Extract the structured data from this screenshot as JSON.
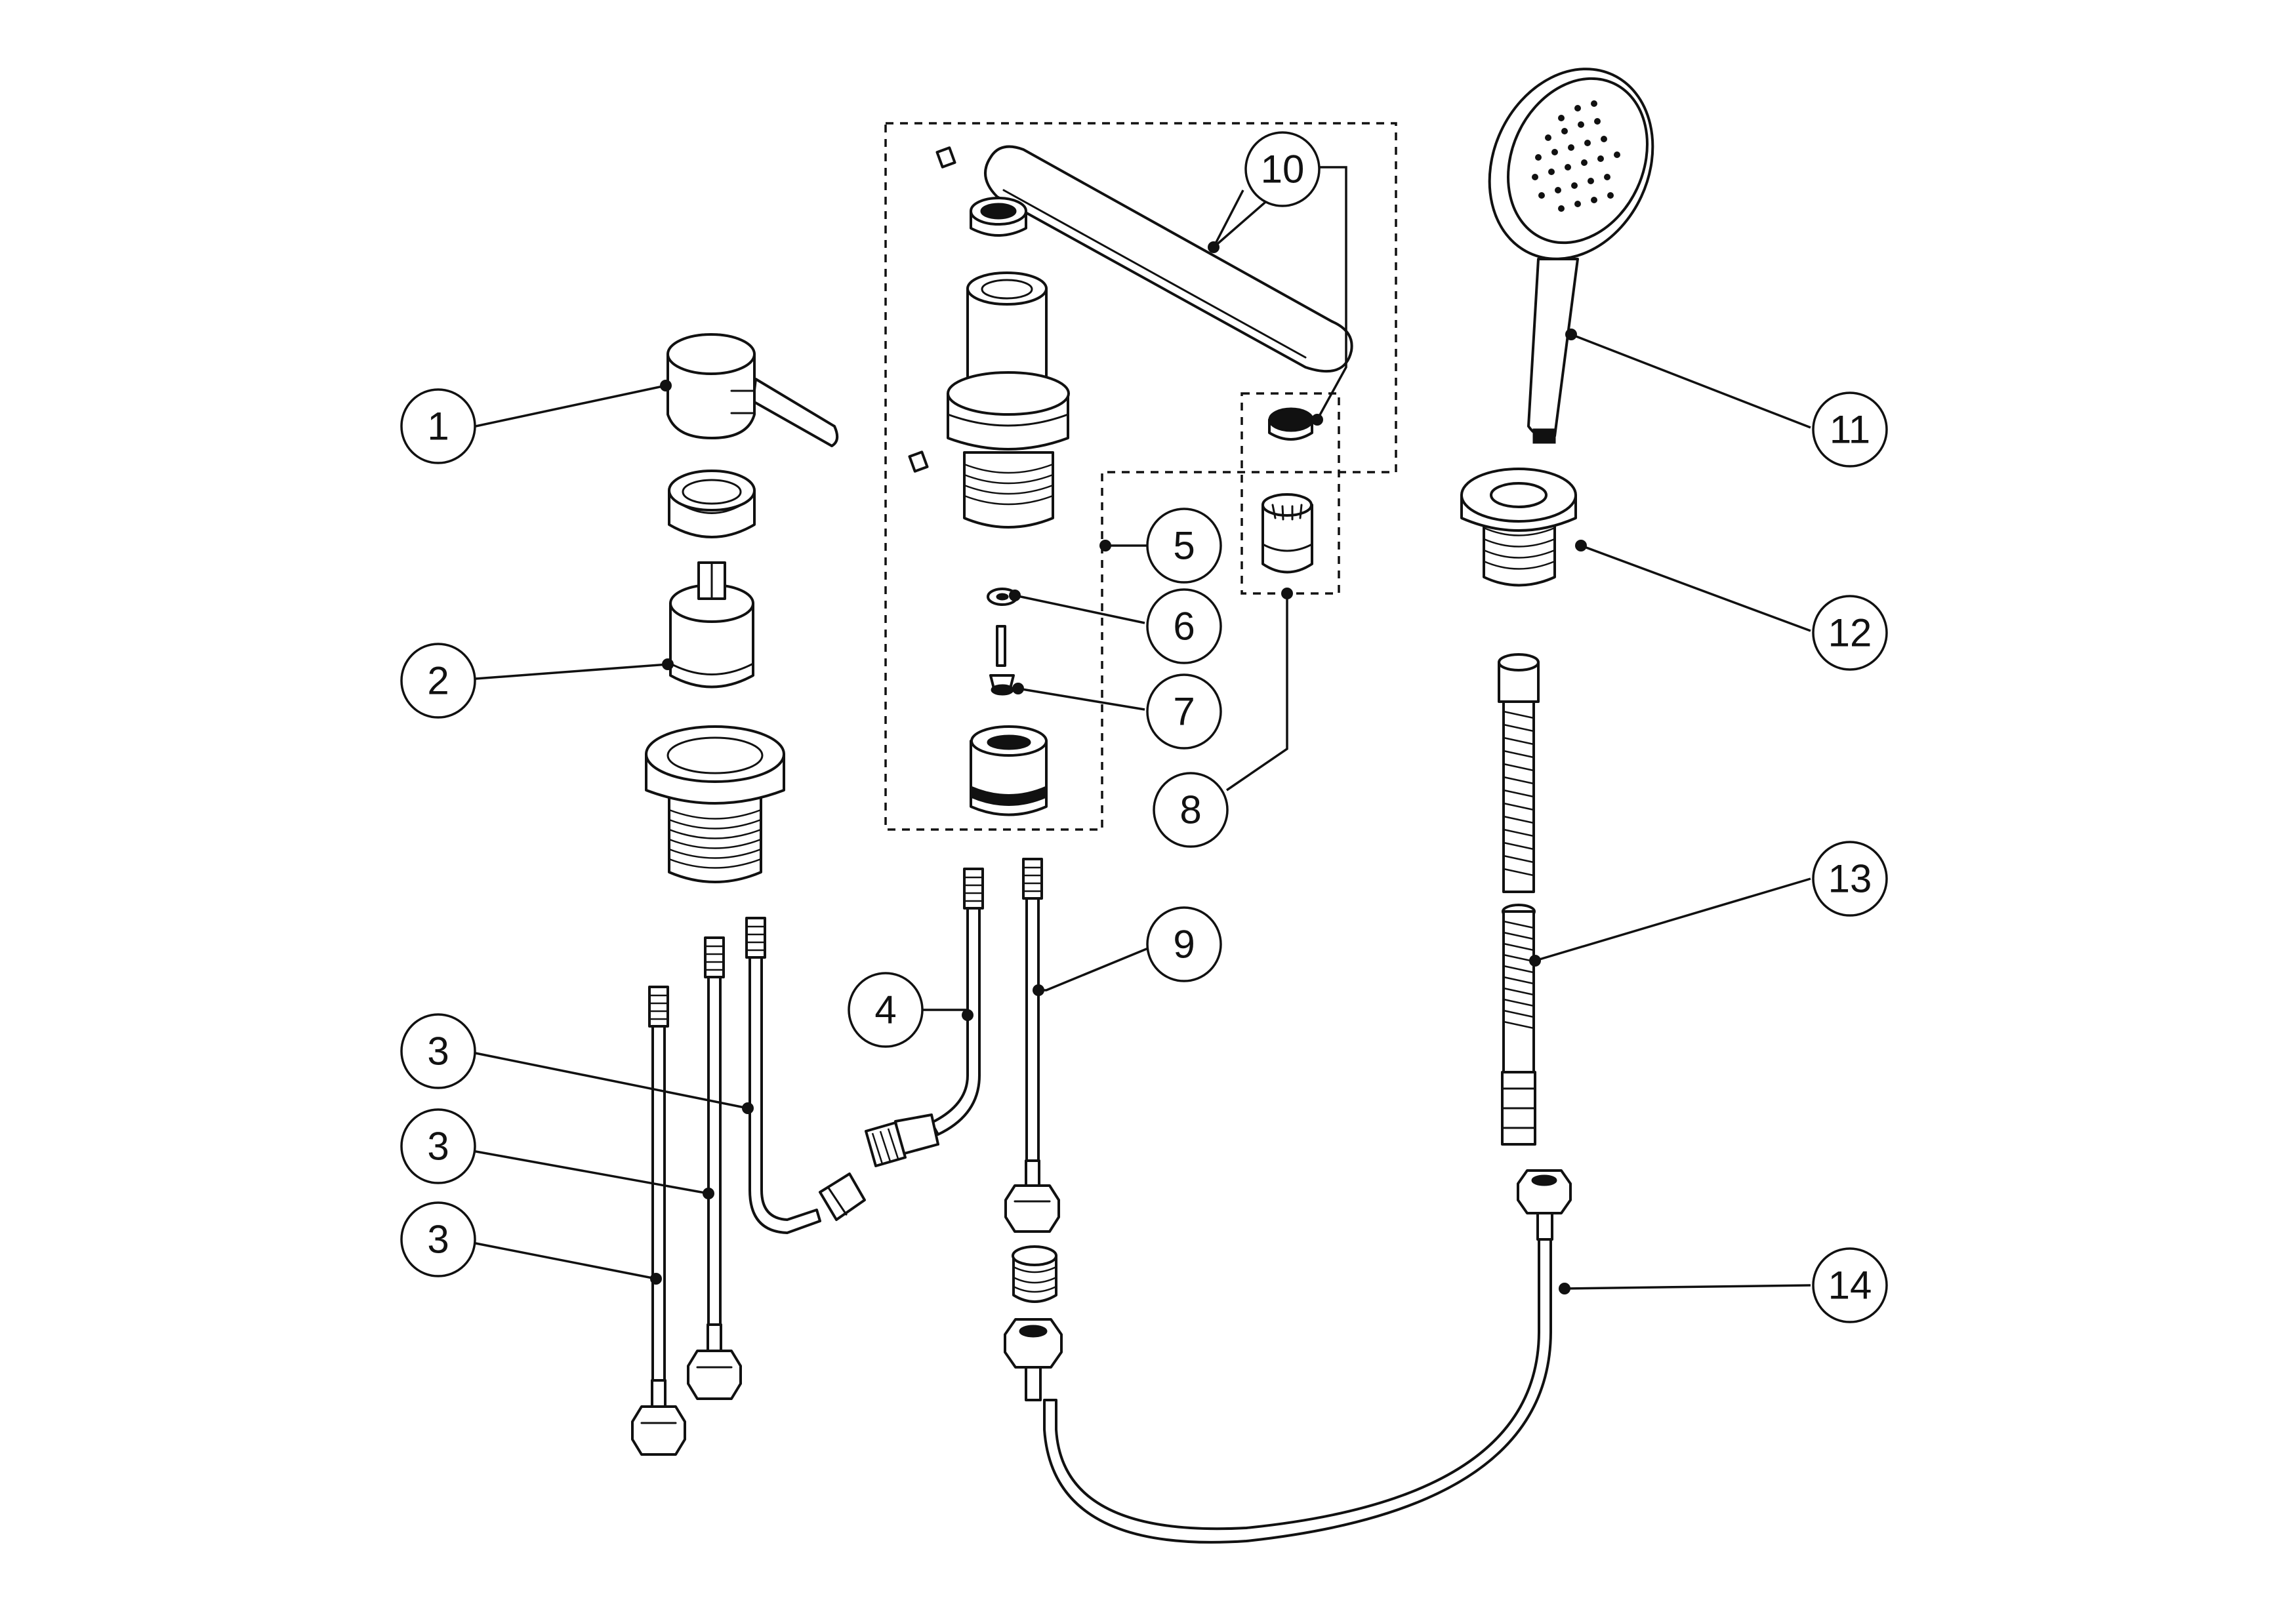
{
  "callouts": [
    {
      "id": "c1",
      "label": "1"
    },
    {
      "id": "c2",
      "label": "2"
    },
    {
      "id": "c3a",
      "label": "3"
    },
    {
      "id": "c3b",
      "label": "3"
    },
    {
      "id": "c3c",
      "label": "3"
    },
    {
      "id": "c4",
      "label": "4"
    },
    {
      "id": "c5",
      "label": "5"
    },
    {
      "id": "c6",
      "label": "6"
    },
    {
      "id": "c7",
      "label": "7"
    },
    {
      "id": "c8",
      "label": "8"
    },
    {
      "id": "c9",
      "label": "9"
    },
    {
      "id": "c10",
      "label": "10"
    },
    {
      "id": "c11",
      "label": "11"
    },
    {
      "id": "c12",
      "label": "12"
    },
    {
      "id": "c13",
      "label": "13"
    },
    {
      "id": "c14",
      "label": "14"
    }
  ]
}
